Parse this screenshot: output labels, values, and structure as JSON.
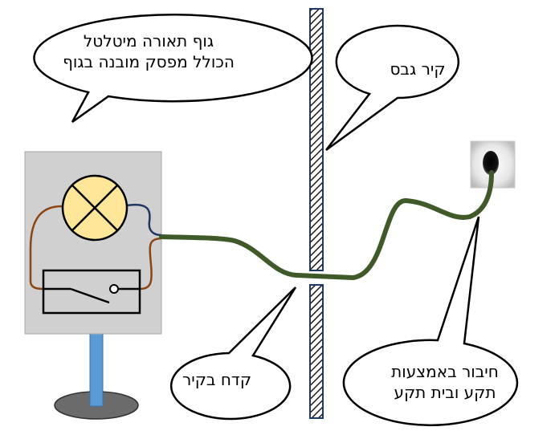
{
  "callouts": {
    "fixture": {
      "line1": "גוף תאורה מיטלטל",
      "line2": "הכולל מפסק מובנה בגוף"
    },
    "wall": {
      "text": "קיר גבס"
    },
    "hole": {
      "text": "קדח בקיר"
    },
    "plug": {
      "line1": "חיבור באמצעות",
      "line2": "תקע ובית תקע"
    }
  },
  "colors": {
    "cable": "#3f5a28",
    "fixture_panel": "#d0d0d0",
    "lamp_fill": "#ffe699",
    "stand_pole": "#5b9bd5",
    "brown_wire": "#8b4513",
    "blue_wire": "#1f3864"
  }
}
